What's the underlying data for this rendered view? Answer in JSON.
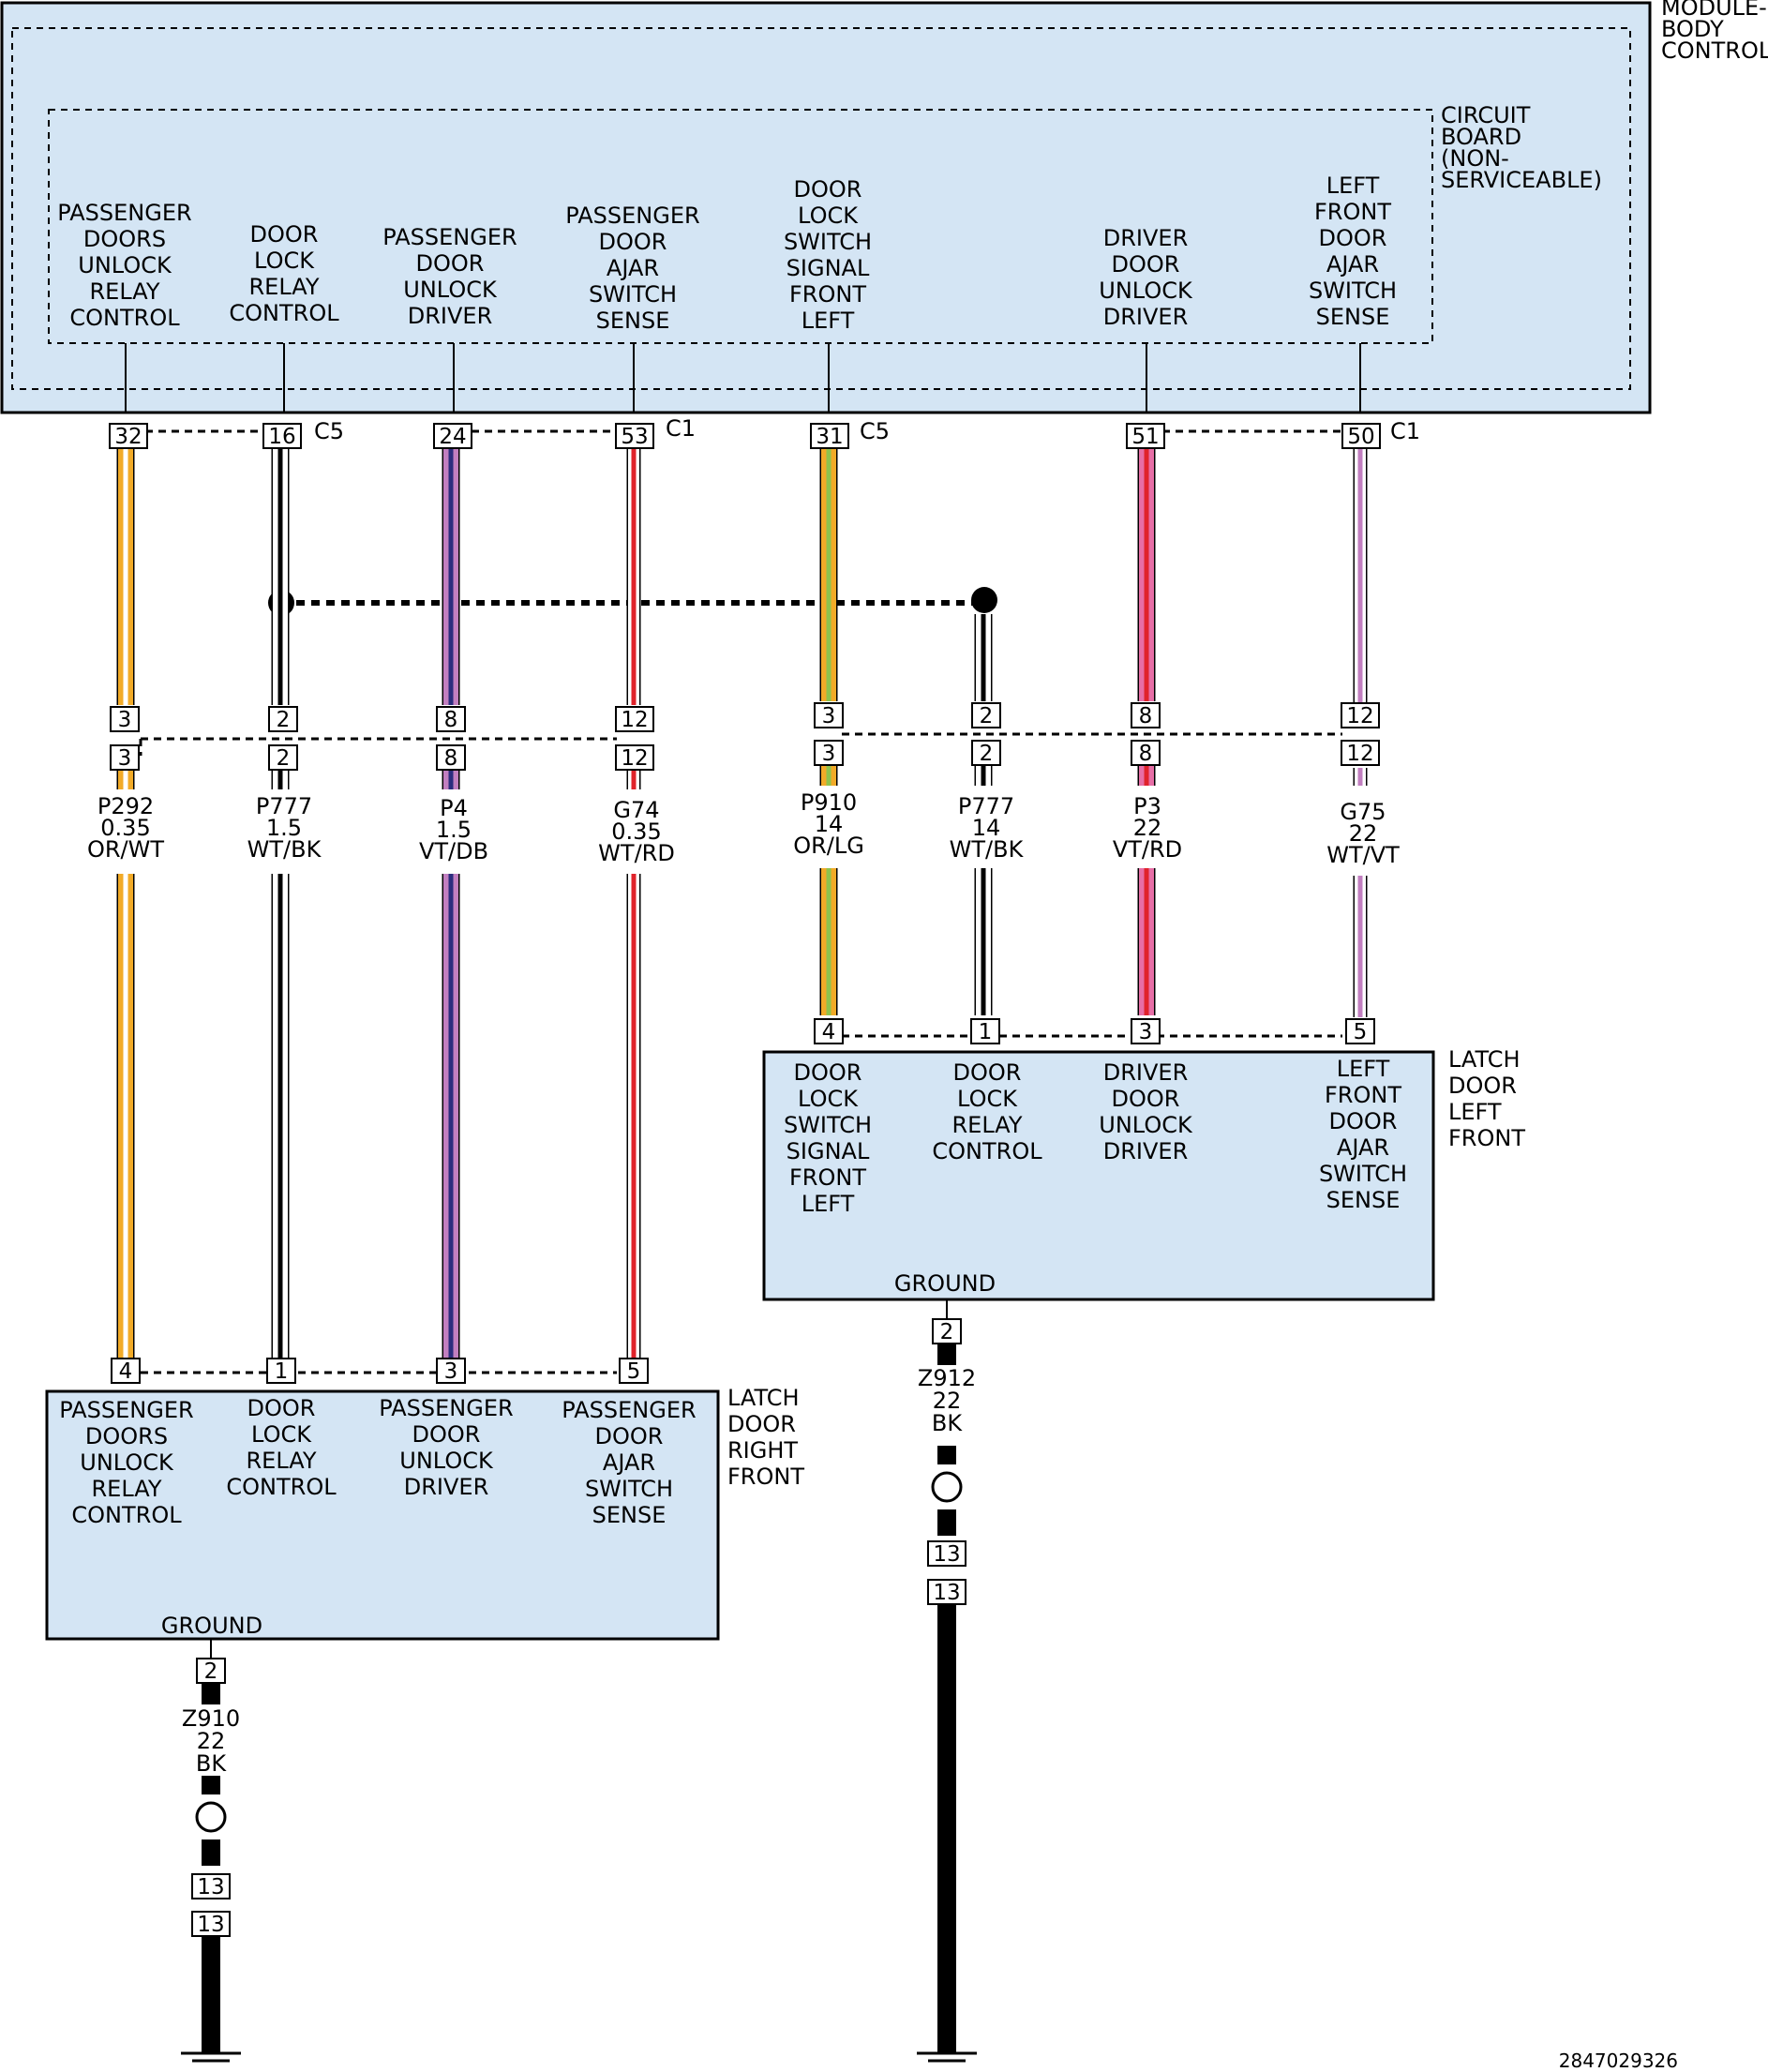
{
  "module": {
    "title": [
      "MODULE-",
      "BODY",
      "CONTROL"
    ],
    "board": [
      "CIRCUIT",
      "BOARD",
      "(NON-",
      "SERVICEABLE)"
    ],
    "functions": [
      [
        "PASSENGER",
        "DOORS",
        "UNLOCK",
        "RELAY",
        "CONTROL"
      ],
      [
        "DOOR",
        "LOCK",
        "RELAY",
        "CONTROL"
      ],
      [
        "PASSENGER",
        "DOOR",
        "UNLOCK",
        "DRIVER"
      ],
      [
        "PASSENGER",
        "DOOR",
        "AJAR",
        "SWITCH",
        "SENSE"
      ],
      [
        "DOOR",
        "LOCK",
        "SWITCH",
        "SIGNAL",
        "FRONT",
        "LEFT"
      ],
      [
        "DRIVER",
        "DOOR",
        "UNLOCK",
        "DRIVER"
      ],
      [
        "LEFT",
        "FRONT",
        "DOOR",
        "AJAR",
        "SWITCH",
        "SENSE"
      ]
    ],
    "pins": [
      "32",
      "16",
      "24",
      "53",
      "31",
      "51",
      "50"
    ],
    "connectors": [
      "C5",
      "C1",
      "C5",
      "C1"
    ]
  },
  "inline": {
    "right": {
      "upper": [
        "3",
        "2",
        "8",
        "12"
      ],
      "lower": [
        "3",
        "2",
        "8",
        "12"
      ]
    },
    "left": {
      "upper": [
        "3",
        "2",
        "8",
        "12"
      ],
      "lower": [
        "3",
        "2",
        "8",
        "12"
      ]
    }
  },
  "wires": [
    {
      "circuit": "P292",
      "gauge": "0.35",
      "color": "OR/WT"
    },
    {
      "circuit": "P777",
      "gauge": "1.5",
      "color": "WT/BK"
    },
    {
      "circuit": "P4",
      "gauge": "1.5",
      "color": "VT/DB"
    },
    {
      "circuit": "G74",
      "gauge": "0.35",
      "color": "WT/RD"
    },
    {
      "circuit": "P910",
      "gauge": "14",
      "color": "OR/LG"
    },
    {
      "circuit": "P777",
      "gauge": "14",
      "color": "WT/BK"
    },
    {
      "circuit": "P3",
      "gauge": "22",
      "color": "VT/RD"
    },
    {
      "circuit": "G75",
      "gauge": "22",
      "color": "WT/VT"
    }
  ],
  "latch_lf": {
    "title": [
      "LATCH",
      "DOOR",
      "LEFT",
      "FRONT"
    ],
    "pins": [
      "4",
      "1",
      "3",
      "5"
    ],
    "functions": [
      [
        "DOOR",
        "LOCK",
        "SWITCH",
        "SIGNAL",
        "FRONT",
        "LEFT"
      ],
      [
        "DOOR",
        "LOCK",
        "RELAY",
        "CONTROL"
      ],
      [
        "DRIVER",
        "DOOR",
        "UNLOCK",
        "DRIVER"
      ],
      [
        "LEFT",
        "FRONT",
        "DOOR",
        "AJAR",
        "SWITCH",
        "SENSE"
      ]
    ],
    "ground_label": "GROUND",
    "ground_pin": "2",
    "ground_wire": {
      "circuit": "Z912",
      "gauge": "22",
      "color": "BK"
    },
    "ground_inline": [
      "13",
      "13"
    ]
  },
  "latch_rf": {
    "title": [
      "LATCH",
      "DOOR",
      "RIGHT",
      "FRONT"
    ],
    "pins": [
      "4",
      "1",
      "3",
      "5"
    ],
    "functions": [
      [
        "PASSENGER",
        "DOORS",
        "UNLOCK",
        "RELAY",
        "CONTROL"
      ],
      [
        "DOOR",
        "LOCK",
        "RELAY",
        "CONTROL"
      ],
      [
        "PASSENGER",
        "DOOR",
        "UNLOCK",
        "DRIVER"
      ],
      [
        "PASSENGER",
        "DOOR",
        "AJAR",
        "SWITCH",
        "SENSE"
      ]
    ],
    "ground_label": "GROUND",
    "ground_pin": "2",
    "ground_wire": {
      "circuit": "Z910",
      "gauge": "22",
      "color": "BK"
    },
    "ground_inline": [
      "13",
      "13"
    ]
  },
  "figure_id": "2847029326",
  "colors": {
    "box_fill": "#d4e5f4",
    "orange": "#f2ab28",
    "white": "#ffffff",
    "black": "#000000",
    "violet": "#c27fc0",
    "dark_blue": "#2b2d7e",
    "red": "#e0232b",
    "light_green": "#8fc34d",
    "pink": "#e76ea6"
  }
}
